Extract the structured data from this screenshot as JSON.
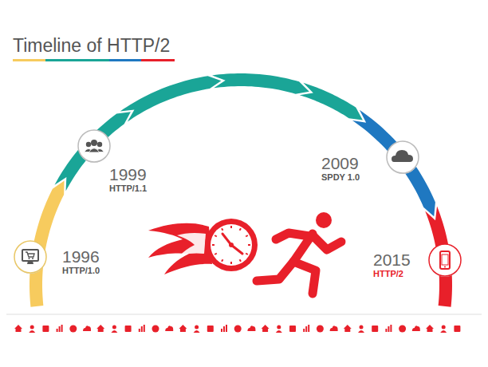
{
  "diagram": {
    "title": "Timeline of HTTP/2",
    "nodes": [
      {
        "text": [
          "1996",
          "HTTP/1.0"
        ]
      },
      {
        "text": [
          "1999",
          "HTTP/1.1"
        ]
      },
      {
        "text": [
          "2009",
          "SPDY 1.0"
        ]
      },
      {
        "text": [
          "2015",
          "HTTP/2"
        ]
      }
    ]
  }
}
